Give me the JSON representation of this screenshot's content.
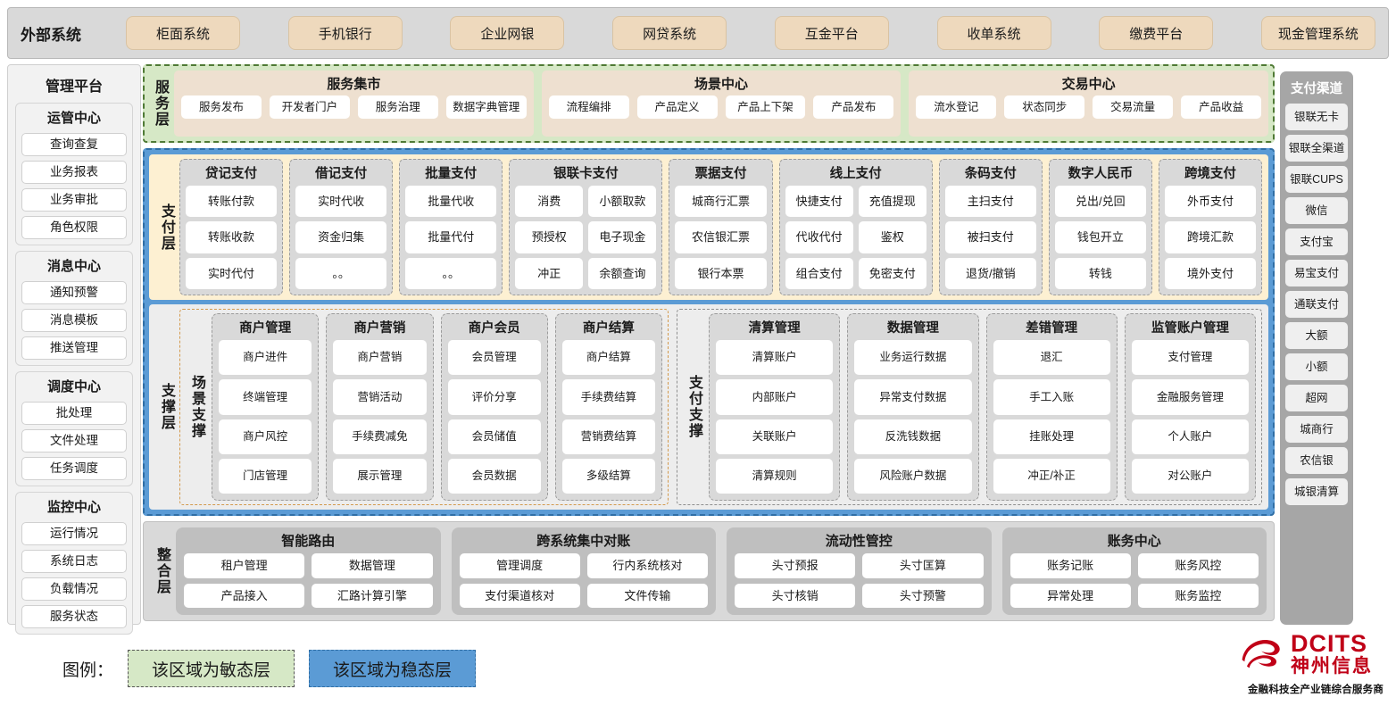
{
  "external": {
    "title": "外部系统",
    "items": [
      "柜面系统",
      "手机银行",
      "企业网银",
      "网贷系统",
      "互金平台",
      "收单系统",
      "缴费平台",
      "现金管理系统"
    ]
  },
  "left_panel": {
    "title": "管理平台",
    "groups": [
      {
        "title": "运管中心",
        "items": [
          "查询查复",
          "业务报表",
          "业务审批",
          "角色权限"
        ]
      },
      {
        "title": "消息中心",
        "items": [
          "通知预警",
          "消息模板",
          "推送管理"
        ]
      },
      {
        "title": "调度中心",
        "items": [
          "批处理",
          "文件处理",
          "任务调度"
        ]
      },
      {
        "title": "监控中心",
        "items": [
          "运行情况",
          "系统日志",
          "负载情况",
          "服务状态"
        ]
      }
    ]
  },
  "right_panel": {
    "title": "支付渠道",
    "items": [
      "银联无卡",
      "银联全渠道",
      "银联CUPS",
      "微信",
      "支付宝",
      "易宝支付",
      "通联支付",
      "大额",
      "小额",
      "超网",
      "城商行",
      "农信银",
      "城银清算"
    ]
  },
  "service_layer": {
    "label": "服务层",
    "groups": [
      {
        "title": "服务集市",
        "items": [
          "服务发布",
          "开发者门户",
          "服务治理",
          "数据字典管理"
        ]
      },
      {
        "title": "场景中心",
        "items": [
          "流程编排",
          "产品定义",
          "产品上下架",
          "产品发布"
        ]
      },
      {
        "title": "交易中心",
        "items": [
          "流水登记",
          "状态同步",
          "交易流量",
          "产品收益"
        ]
      }
    ]
  },
  "payment_layer": {
    "label": "支付层",
    "groups": [
      {
        "title": "贷记支付",
        "cols": 1,
        "rows": [
          [
            "转账付款"
          ],
          [
            "转账收款"
          ],
          [
            "实时代付"
          ]
        ]
      },
      {
        "title": "借记支付",
        "cols": 1,
        "rows": [
          [
            "实时代收"
          ],
          [
            "资金归集"
          ],
          [
            "。。"
          ]
        ]
      },
      {
        "title": "批量支付",
        "cols": 1,
        "rows": [
          [
            "批量代收"
          ],
          [
            "批量代付"
          ],
          [
            "。。"
          ]
        ]
      },
      {
        "title": "银联卡支付",
        "cols": 2,
        "rows": [
          [
            "消费",
            "小额取款"
          ],
          [
            "预授权",
            "电子现金"
          ],
          [
            "冲正",
            "余额查询"
          ]
        ]
      },
      {
        "title": "票据支付",
        "cols": 1,
        "rows": [
          [
            "城商行汇票"
          ],
          [
            "农信银汇票"
          ],
          [
            "银行本票"
          ]
        ]
      },
      {
        "title": "线上支付",
        "cols": 2,
        "rows": [
          [
            "快捷支付",
            "充值提现"
          ],
          [
            "代收代付",
            "鉴权"
          ],
          [
            "组合支付",
            "免密支付"
          ]
        ]
      },
      {
        "title": "条码支付",
        "cols": 1,
        "rows": [
          [
            "主扫支付"
          ],
          [
            "被扫支付"
          ],
          [
            "退货/撤销"
          ]
        ]
      },
      {
        "title": "数字人民币",
        "cols": 1,
        "rows": [
          [
            "兑出/兑回"
          ],
          [
            "钱包开立"
          ],
          [
            "转钱"
          ]
        ]
      },
      {
        "title": "跨境支付",
        "cols": 1,
        "rows": [
          [
            "外币支付"
          ],
          [
            "跨境汇款"
          ],
          [
            "境外支付"
          ]
        ]
      }
    ]
  },
  "support_layer": {
    "label": "支撑层",
    "zones": [
      {
        "label": "场景支撑",
        "groups": [
          {
            "title": "商户管理",
            "items": [
              "商户进件",
              "终端管理",
              "商户风控",
              "门店管理"
            ]
          },
          {
            "title": "商户营销",
            "items": [
              "商户营销",
              "营销活动",
              "手续费减免",
              "展示管理"
            ]
          },
          {
            "title": "商户会员",
            "items": [
              "会员管理",
              "评价分享",
              "会员储值",
              "会员数据"
            ]
          },
          {
            "title": "商户结算",
            "items": [
              "商户结算",
              "手续费结算",
              "营销费结算",
              "多级结算"
            ]
          }
        ]
      },
      {
        "label": "支付支撑",
        "groups": [
          {
            "title": "清算管理",
            "items": [
              "清算账户",
              "内部账户",
              "关联账户",
              "清算规则"
            ]
          },
          {
            "title": "数据管理",
            "items": [
              "业务运行数据",
              "异常支付数据",
              "反洗钱数据",
              "风险账户数据"
            ]
          },
          {
            "title": "差错管理",
            "items": [
              "退汇",
              "手工入账",
              "挂账处理",
              "冲正/补正"
            ]
          },
          {
            "title": "监管账户管理",
            "items": [
              "支付管理",
              "金融服务管理",
              "个人账户",
              "对公账户"
            ]
          }
        ]
      }
    ]
  },
  "integration_layer": {
    "label": "整合层",
    "groups": [
      {
        "title": "智能路由",
        "rows": [
          [
            "租户管理",
            "数据管理"
          ],
          [
            "产品接入",
            "汇路计算引擎"
          ]
        ]
      },
      {
        "title": "跨系统集中对账",
        "rows": [
          [
            "管理调度",
            "行内系统核对"
          ],
          [
            "支付渠道核对",
            "文件传输"
          ]
        ]
      },
      {
        "title": "流动性管控",
        "rows": [
          [
            "头寸预报",
            "头寸匡算"
          ],
          [
            "头寸核销",
            "头寸预警"
          ]
        ]
      },
      {
        "title": "账务中心",
        "rows": [
          [
            "账务记账",
            "账务风控"
          ],
          [
            "异常处理",
            "账务监控"
          ]
        ]
      }
    ]
  },
  "legend": {
    "label": "图例：",
    "agile": "该区域为敏态层",
    "stable": "该区域为稳态层"
  },
  "logo": {
    "en": "DCITS",
    "cn": "神州信息",
    "tagline": "金融科技全产业链综合服务商"
  },
  "colors": {
    "agile_green": "#d6e8c6",
    "stable_blue": "#5b9bd5",
    "payment_yellow": "#fdf0d2",
    "external_chip": "#eed9bd",
    "brand_red": "#c00017"
  }
}
